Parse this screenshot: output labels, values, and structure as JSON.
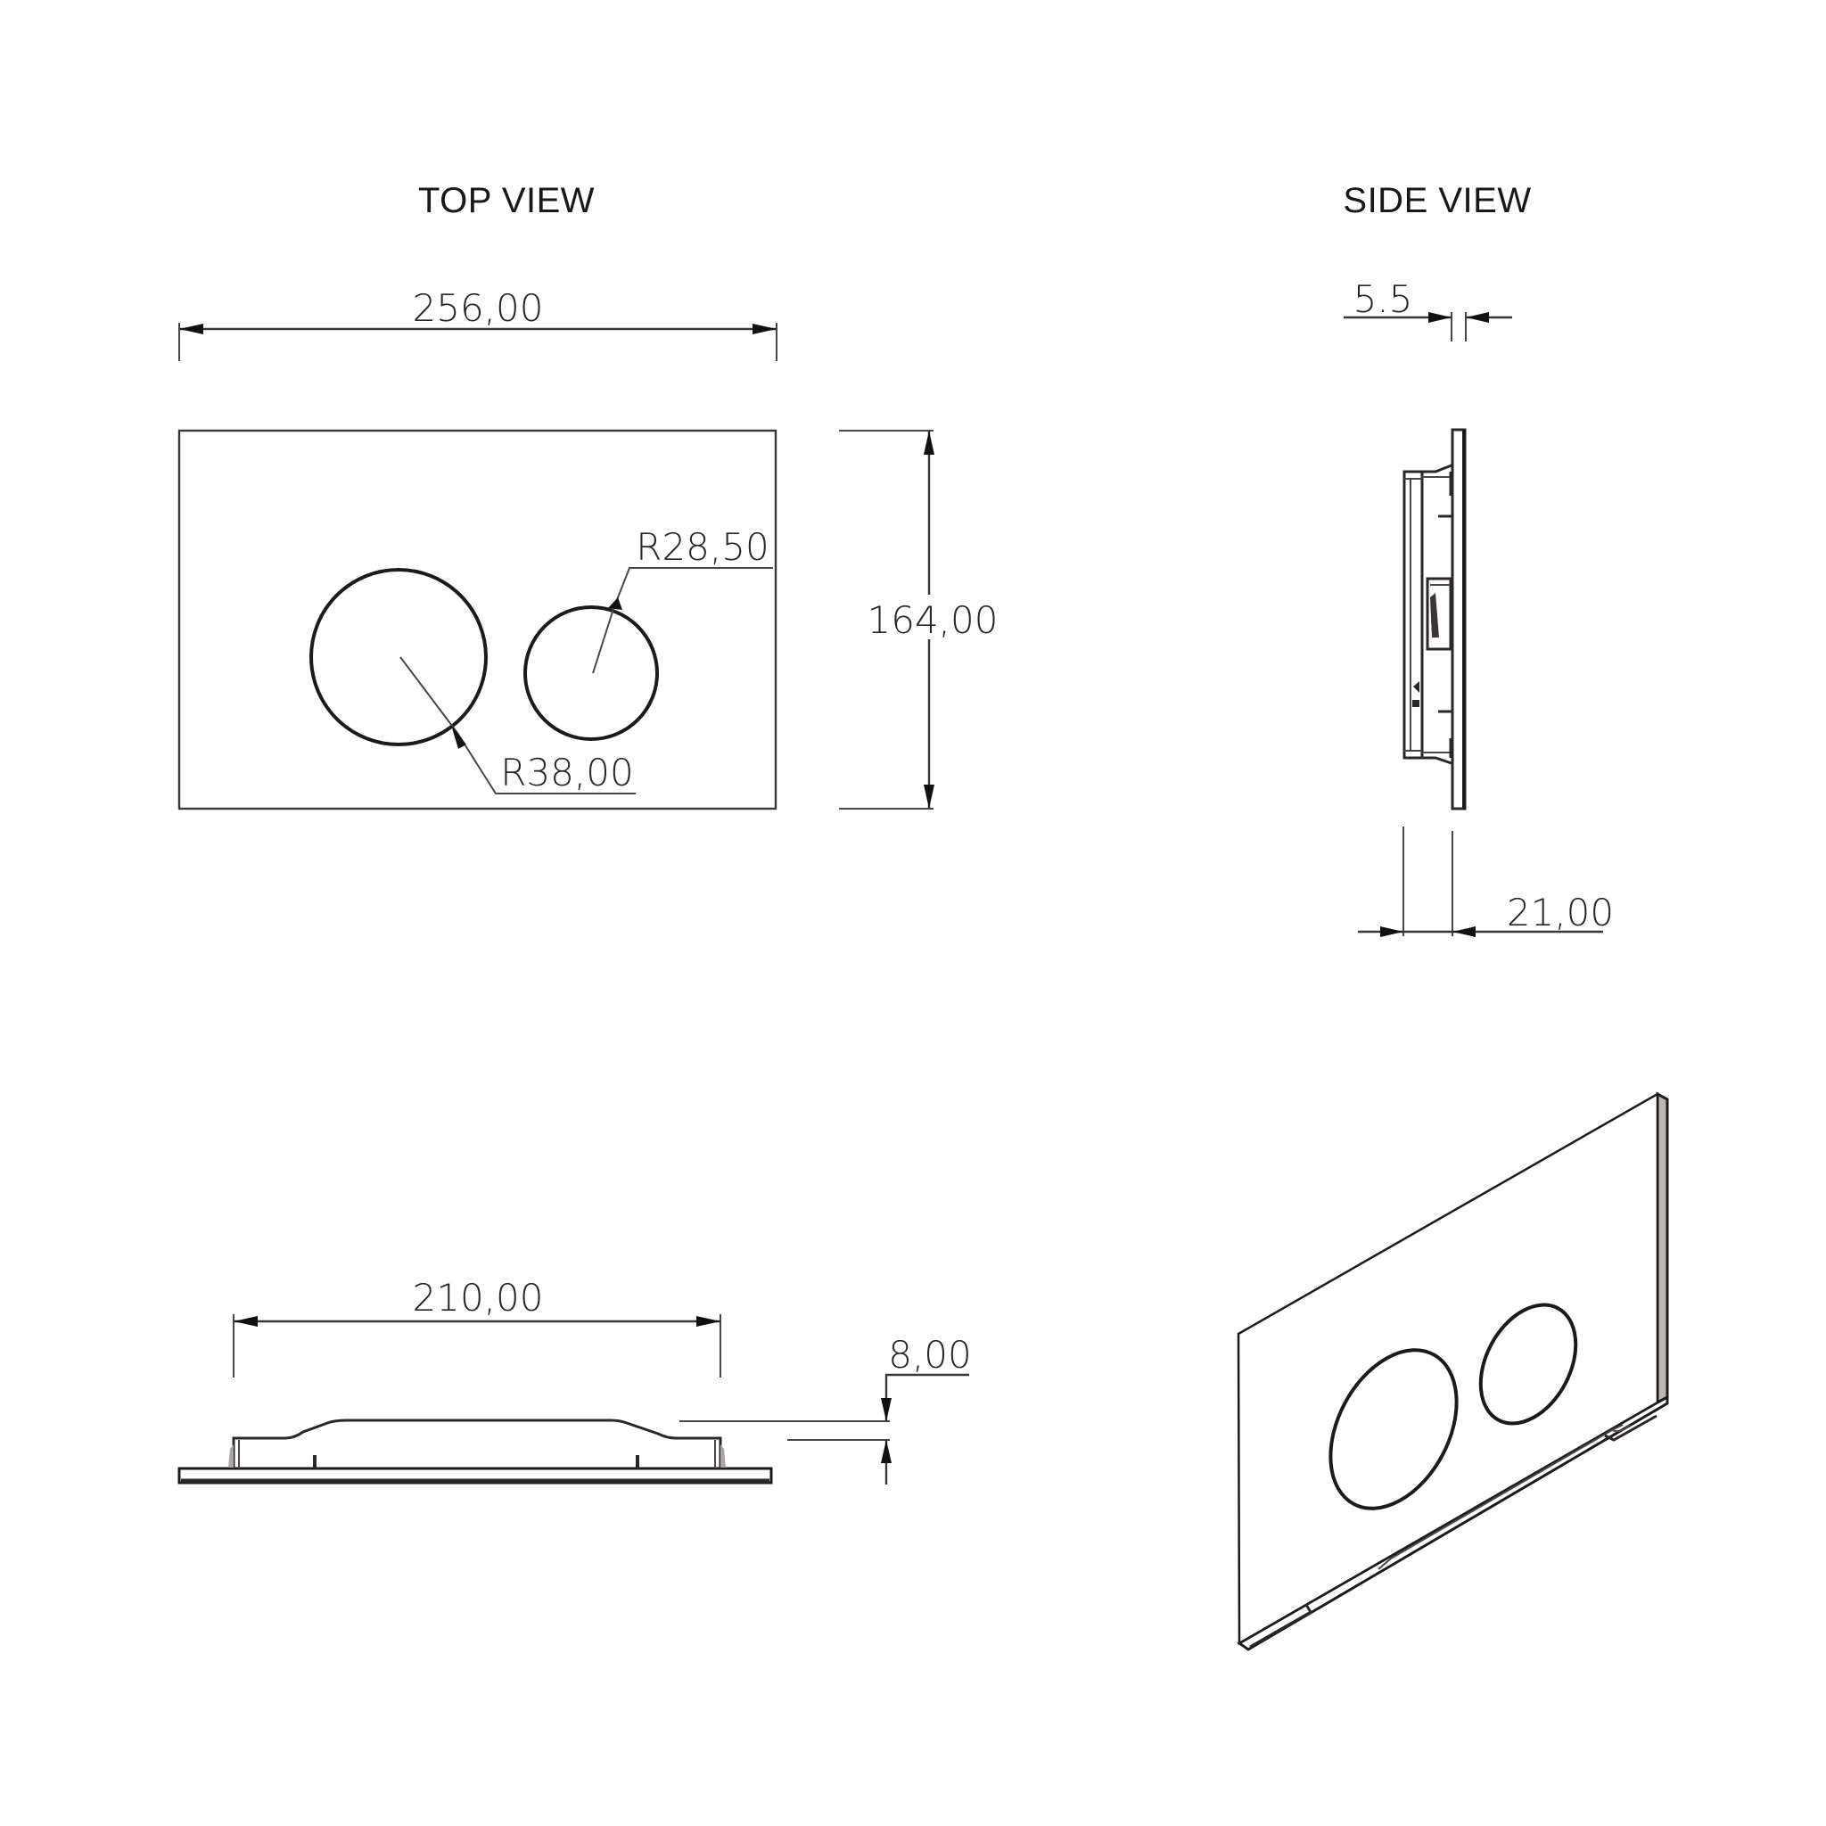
{
  "views": {
    "top": {
      "title": "TOP VIEW",
      "width_label": "256,00",
      "height_label": "164,00",
      "large_button_radius_label": "R38,00",
      "small_button_radius_label": "R28,50"
    },
    "side": {
      "title": "SIDE VIEW",
      "plate_thickness_label": "5.5",
      "depth_label": "21,00"
    },
    "front_elevation": {
      "body_width_label": "210,00",
      "offset_label": "8,00"
    },
    "isometric": {
      "description": "3D perspective of flush plate with two round buttons"
    }
  },
  "colors": {
    "line": "#3a3536",
    "text": "#2a2627",
    "edge_fill": "#bcb8b6",
    "background": "#ffffff"
  }
}
